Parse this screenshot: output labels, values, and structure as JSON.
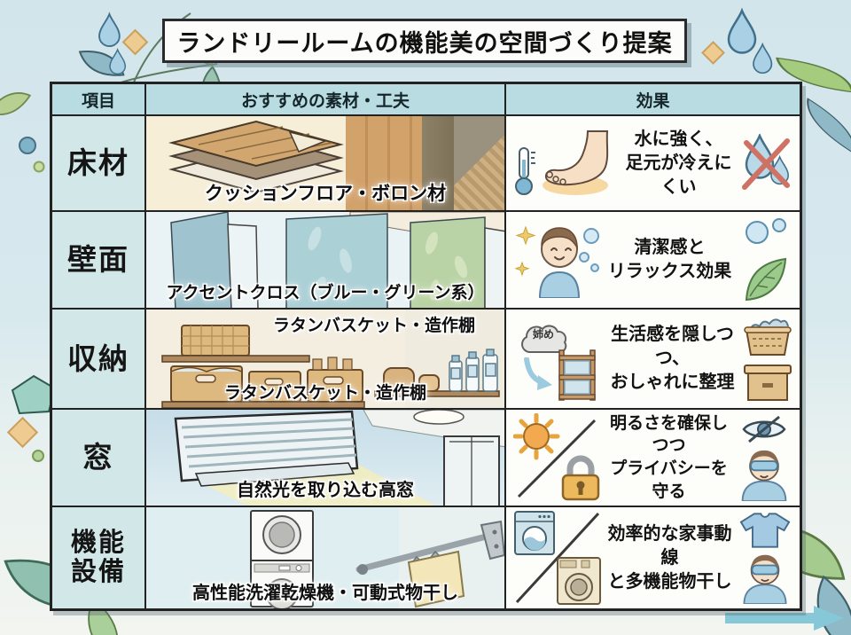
{
  "title": "ランドリールームの機能美の空間づくり提案",
  "table": {
    "headers": [
      "項目",
      "おすすめの素材・工夫",
      "効果"
    ],
    "rows": [
      {
        "item": "床材",
        "caption": "クッションフロア・ボロン材",
        "effect": "水に強く、\n足元が冷えにくい"
      },
      {
        "item": "壁面",
        "caption": "アクセントクロス（ブルー・グリーン系）",
        "effect": "清潔感と\nリラックス効果"
      },
      {
        "item": "収納",
        "caption_top": "ラタンバスケット・造作棚",
        "caption": "ラタンバスケット・造作棚",
        "cloud_label": "姉め",
        "effect": "生活感を隠しつつ、\nおしゃれに整理"
      },
      {
        "item": "窓",
        "caption": "自然光を取り込む高窓",
        "effect": "明るさを確保しつつ\nプライバシーを守る"
      },
      {
        "item": "機能\n設備",
        "caption": "高性能洗濯乾燥機・可動式物干し",
        "effect": "効率的な家事動線\nと多機能物干し"
      }
    ]
  },
  "colors": {
    "accent_teal": "#86c8d8",
    "header_bg": "#b8dce2",
    "item_bg": "#d2e7e7",
    "table_border": "#222222",
    "drop_blue": "#a9d0e4",
    "leaf_green": "#b8cf92",
    "leaf_teal": "#8fb9c6",
    "cross_red": "#cf7266"
  }
}
